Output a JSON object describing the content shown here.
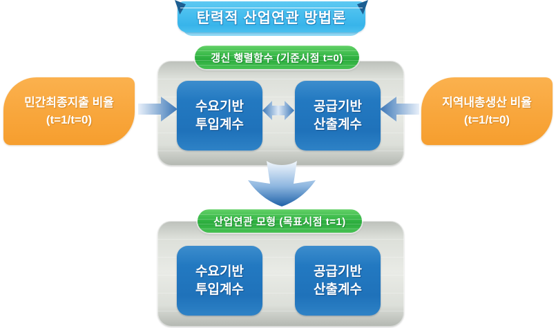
{
  "diagram": {
    "title": "탄력적 산업연관 방법론",
    "stage_base": {
      "label": "갱신 행렬함수 (기준시점 t=0)",
      "boxes": [
        {
          "line1": "수요기반",
          "line2": "투입계수"
        },
        {
          "line1": "공급기반",
          "line2": "산출계수"
        }
      ]
    },
    "stage_target": {
      "label": "산업연관 모형 (목표시점 t=1)",
      "boxes": [
        {
          "line1": "수요기반",
          "line2": "투입계수"
        },
        {
          "line1": "공급기반",
          "line2": "산출계수"
        }
      ]
    },
    "inputs": {
      "left": {
        "line1": "민간최종지출 비율",
        "line2": "(t=1/t=0)"
      },
      "right": {
        "line1": "지역내총생산 비율",
        "line2": "(t=1/t=0)"
      }
    },
    "colors": {
      "banner_blue": "#45BDEE",
      "banner_fold_dark_blue": "#1D5F92",
      "pill_green": "#33B347",
      "box_blue": "#2176BF",
      "input_orange": "#F8A63C",
      "panel_gray": "#DCDFD9",
      "arrow_blue": "#3C78B8"
    }
  }
}
